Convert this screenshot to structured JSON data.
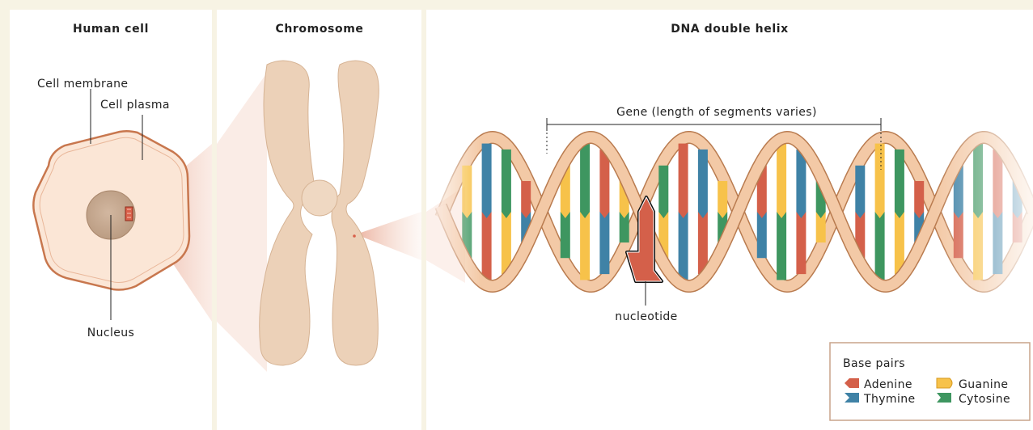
{
  "panels": {
    "cell": {
      "title": "Human cell"
    },
    "chromosome": {
      "title": "Chromosome"
    },
    "dna": {
      "title": "DNA double helix"
    }
  },
  "labels": {
    "cell_membrane": "Cell membrane",
    "cell_plasma": "Cell plasma",
    "nucleus": "Nucleus",
    "gene": "Gene (length of segments varies)",
    "nucleotide": "nucleotide"
  },
  "legend": {
    "title": "Base pairs",
    "items": [
      {
        "name": "Adenine",
        "color": "#d4604a"
      },
      {
        "name": "Guanine",
        "color": "#f7c24a"
      },
      {
        "name": "Thymine",
        "color": "#3f82a6"
      },
      {
        "name": "Cytosine",
        "color": "#3e9660"
      }
    ]
  },
  "colors": {
    "background": "#f7f3e4",
    "panel": "#ffffff",
    "cell_fill": "#fbe6d6",
    "cell_outline": "#c8774e",
    "nucleus": "#c6a890",
    "chromosome": "#ecd1b8",
    "backbone": "#f3c9a6",
    "backbone_outline": "#b97b4f"
  }
}
